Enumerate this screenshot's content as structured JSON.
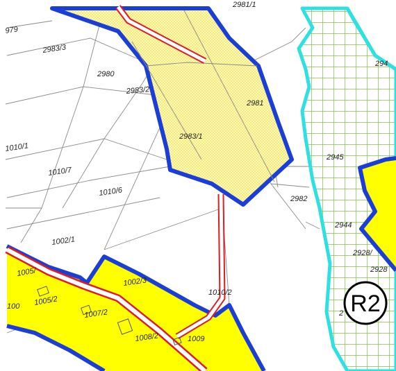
{
  "map": {
    "colors": {
      "background": "#ffffff",
      "parcel_line": "#8a8a8a",
      "yellow_zone_fill": "#ffff00",
      "dotted_zone_fill": "#fffbb0",
      "dotted_zone_dots": "#e6d24d",
      "zone_border": "#1b3fd6",
      "cyan_zone_border": "#2fe0e0",
      "grid_zone_lines": "#7fc23a",
      "road_outline": "#e01b24",
      "road_fill": "#ffffff"
    },
    "parcel_labels": [
      "2983/3",
      "2980",
      "2983/2",
      "2981",
      "2983/1",
      "979",
      "2981/1",
      "1010/1",
      "1010/7",
      "1010/6",
      "1002/1",
      "1005/",
      "1005/2",
      "100",
      "1002/3",
      "1007/2",
      "1008/2",
      "1009",
      "1010/2",
      "2982",
      "2945",
      "2944",
      "2928/",
      "2928",
      "294",
      "2"
    ],
    "zone_marker": "R2"
  }
}
